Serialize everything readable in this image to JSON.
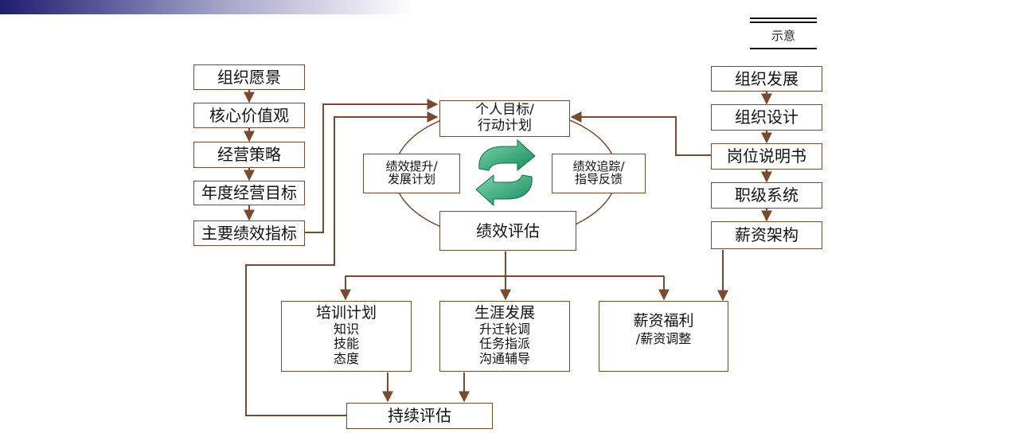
{
  "legend": {
    "label": "示意"
  },
  "left_chain": [
    "组织愿景",
    "核心价值观",
    "经营策略",
    "年度经营目标",
    "主要绩效指标"
  ],
  "right_chain": [
    "组织发展",
    "组织设计",
    "岗位说明书",
    "职级系统",
    "薪资架构"
  ],
  "cycle": {
    "personal_goal": [
      "个人目标/",
      "行动计划"
    ],
    "improve": [
      "绩效提升/",
      "发展计划"
    ],
    "tracking": [
      "绩效追踪/",
      "指导反馈"
    ],
    "evaluation": "绩效评估"
  },
  "outcomes": {
    "training": {
      "title": "培训计划",
      "items": [
        "知识",
        "技能",
        "态度"
      ]
    },
    "career": {
      "title": "生涯发展",
      "items": [
        "升迁轮调",
        "任务指派",
        "沟通辅导"
      ]
    },
    "compensation": {
      "title": "薪资福利",
      "items": [
        "/薪资调整"
      ]
    }
  },
  "continuous": "持续评估",
  "colors": {
    "line": "#7a4a30",
    "arrow_green": "#1f9a6a",
    "topbar": "#1e1e6e"
  }
}
